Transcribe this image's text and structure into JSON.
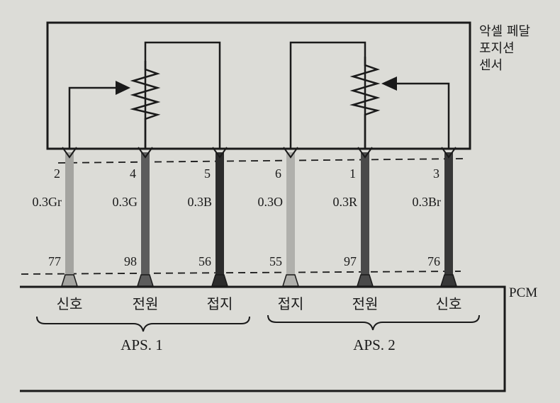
{
  "sensor": {
    "label_line1": "악셀 페달",
    "label_line2": "포지션",
    "label_line3": "센서"
  },
  "pcm_label": "PCM",
  "groups": [
    {
      "label": "APS. 1"
    },
    {
      "label": "APS. 2"
    }
  ],
  "wires": [
    {
      "pin": "2",
      "spec": "0.3Gr",
      "pcm_pin": "77",
      "function": "신호",
      "color": "#a4a4a0"
    },
    {
      "pin": "4",
      "spec": "0.3G",
      "pcm_pin": "98",
      "function": "전원",
      "color": "#5c5c5c"
    },
    {
      "pin": "5",
      "spec": "0.3B",
      "pcm_pin": "56",
      "function": "접지",
      "color": "#2c2c2c"
    },
    {
      "pin": "6",
      "spec": "0.3O",
      "pcm_pin": "55",
      "function": "접지",
      "color": "#b0b0ac"
    },
    {
      "pin": "1",
      "spec": "0.3R",
      "pcm_pin": "97",
      "function": "전원",
      "color": "#4a4a4a"
    },
    {
      "pin": "3",
      "spec": "0.3Br",
      "pcm_pin": "76",
      "function": "신호",
      "color": "#383838"
    }
  ],
  "colors": {
    "background": "#dcdcd7",
    "line": "#1a1a1a"
  }
}
